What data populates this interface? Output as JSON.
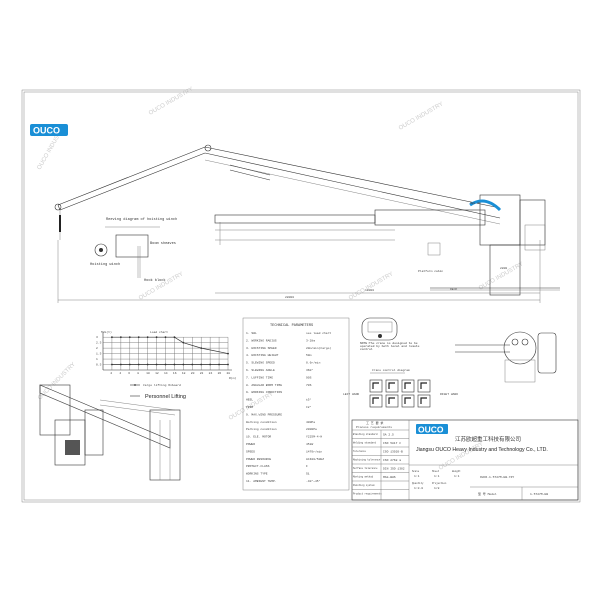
{
  "brand": {
    "logo_text": "OUCO",
    "color": "#1a8fd6"
  },
  "watermark": "OUCO INDUSTRY",
  "hoisting_diagram": {
    "title": "Reeving diagram of hoisting winch",
    "boom_sheaves": "Boom sheaves",
    "hoisting_winch": "Hoisting winch",
    "hook_block": "Hook block"
  },
  "main_view": {
    "dim_total": "28000",
    "dim_boom": "18000",
    "platform_label": "Platform cabin",
    "deck_label": "DECK",
    "slew_label": "SWL 3t",
    "dim_right": "2800"
  },
  "load_chart": {
    "title": "Load chart",
    "ylabel": "SWL(t)",
    "xlabel": "R(m)",
    "legend_cargo": "Cargo lifting Onboard",
    "legend_personnel": "Personnel Lifting"
  },
  "chart_data": {
    "type": "line",
    "title": "Load chart",
    "xlabel": "R(m)",
    "ylabel": "SWL(t)",
    "x_ticks": [
      2,
      4,
      6,
      8,
      10,
      12,
      14,
      16,
      18,
      20,
      22,
      24,
      26,
      28
    ],
    "y_ticks": [
      0.5,
      1,
      1.5,
      2,
      2.5,
      3
    ],
    "xlim": [
      0,
      28
    ],
    "ylim": [
      0,
      3.2
    ],
    "grid": true,
    "legend_placement": "bottom",
    "series": [
      {
        "name": "Cargo lifting Onboard",
        "x": [
          2,
          4,
          6,
          8,
          10,
          12,
          14,
          16,
          18,
          22,
          28
        ],
        "y": [
          3,
          3,
          3,
          3,
          3,
          3,
          3,
          3,
          2.5,
          2,
          1.5
        ]
      },
      {
        "name": "Personnel Lifting",
        "x": [
          2,
          4,
          6,
          8,
          10,
          12,
          14,
          16,
          18,
          20,
          22,
          24,
          26,
          28
        ],
        "y": [
          0.5,
          0.5,
          0.5,
          0.5,
          0.5,
          0.5,
          0.5,
          0.5,
          0.5,
          0.5,
          0.5,
          0.5,
          0.5,
          0.5
        ]
      }
    ]
  },
  "technical_parameters": {
    "title": "TECHNICAL PARAMETERS",
    "rows": [
      {
        "label": "1.  SWL",
        "value": "see load chart"
      },
      {
        "label": "2.  WORKING RADIUS",
        "value": "3-28m"
      },
      {
        "label": "3.  HOISTING SPEED",
        "value": "20m/min(Cargo)"
      },
      {
        "label": "4.  HOISTING HEIGHT",
        "value": "50m"
      },
      {
        "label": "5.  SLEWING SPEED",
        "value": "0.6r/min"
      },
      {
        "label": "6.  SLEWING ANGLE",
        "value": "360°"
      },
      {
        "label": "7.  LUFFING TIME",
        "value": "90S"
      },
      {
        "label": "8.  ANGULAR BOOM TIME",
        "value": "70S"
      },
      {
        "label": "9.  WORKING CONDITION",
        "value": ""
      },
      {
        "label": "    HEEL",
        "value": "±5°"
      },
      {
        "label": "    TRIM",
        "value": "±2°"
      },
      {
        "label": "9.  MAX.WIND PRESSURE",
        "value": ""
      },
      {
        "label": "    Working condition",
        "value": "400Pa"
      },
      {
        "label": "    Parking condition",
        "value": "2000Pa"
      },
      {
        "label": "10. ELE. MOTOR",
        "value": "Y225M-4-H"
      },
      {
        "label": "    POWER",
        "value": "45kW"
      },
      {
        "label": "    SPEED",
        "value": "1470r/min"
      },
      {
        "label": "    POWER RESOURCE",
        "value": "AC400/50HZ"
      },
      {
        "label": "    PROTECT.CLASS",
        "value": "F"
      },
      {
        "label": "    WORKING TYPE",
        "value": "S1"
      },
      {
        "label": "11. AMBIENT TEMP.",
        "value": "-40°~45°"
      }
    ]
  },
  "note": "NOTE:The crane is designed to be operated by both local and remote control",
  "control_diagram": {
    "title": "Crane control diagram",
    "left": "LEFT HAND",
    "right": "RIGHT HAND"
  },
  "title_block": {
    "process_title_cn": "工 艺 要 求",
    "process_title": "Process requirements",
    "process_rows": [
      {
        "label": "Blasting standard",
        "value": "SA 2.5"
      },
      {
        "label": "Welding standard",
        "value": "ISO 5817 C"
      },
      {
        "label": "Tolerance",
        "value": "ISO 13920-B"
      },
      {
        "label": "Machining tolerance",
        "value": "ISO 2768 m"
      },
      {
        "label": "Surface tolerance",
        "value": "DIN ISO 1302"
      },
      {
        "label": "Marking method",
        "value": "MAG-BHS"
      },
      {
        "label": "Painting system",
        "value": ""
      },
      {
        "label": "Product requirements",
        "value": ""
      }
    ],
    "company_cn": "江苏欧超重工科技有限公司",
    "company_en": "Jiangsu OUCO Heavy Industry and Technology Co.,  LTD.",
    "scale_label": "Scale",
    "scale_value": "1:1",
    "sheet_label": "Sheet",
    "sheet_value": "1:1",
    "weight_label": "Weight",
    "weight_value": "1:1",
    "quantity_label": "Quantity",
    "quantity_value": "1:0.0",
    "projection_label": "Projection",
    "projection_value": "1/8",
    "drawing_no": "OUCO-1.5T27M-HB-YZY",
    "model_label": "型 号 Model",
    "model_value": "1.5T27M-HB"
  }
}
